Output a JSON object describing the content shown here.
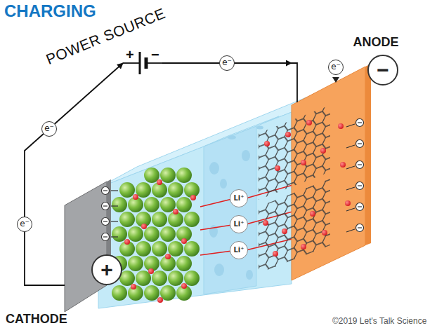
{
  "diagram": {
    "title": "CHARGING",
    "nodes": [
      {
        "text": [
          "POWER SOURCE",
          "+",
          "−"
        ]
      },
      {
        "text": [
          "ANODE",
          "−"
        ]
      },
      {
        "text": [
          "CATHODE",
          "+"
        ]
      }
    ],
    "edges": [
      {
        "from": 2,
        "to": 0,
        "arrow": "to",
        "label": "e⁻"
      },
      {
        "from": 0,
        "to": 1,
        "arrow": "to",
        "label": "e⁻"
      }
    ],
    "labels": [
      "e⁻",
      "e⁻",
      "Li⁺",
      "Li⁺",
      "Li⁺",
      "©2019 Let's Talk Science"
    ]
  }
}
